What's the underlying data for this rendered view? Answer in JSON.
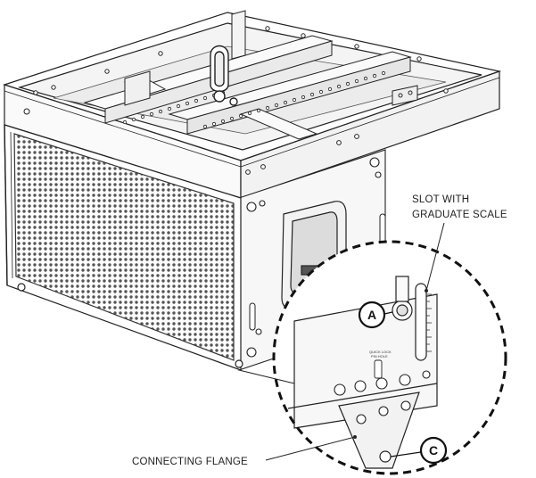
{
  "callouts": {
    "slot_label_line1": "SLOT WITH",
    "slot_label_line2": "GRADUATE SCALE",
    "flange_label": "CONNECTING FLANGE",
    "marker_a": "A",
    "marker_c": "C",
    "quicklock_line1": "QUICK LOCK",
    "quicklock_line2": "PIN HOLE"
  }
}
